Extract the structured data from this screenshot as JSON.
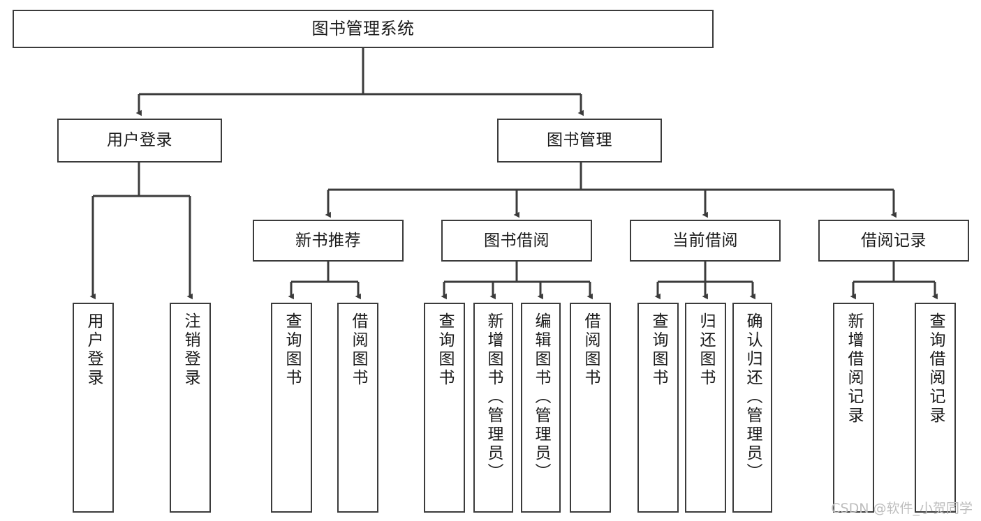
{
  "diagram": {
    "title": "图书管理系统",
    "type": "tree-hierarchy-diagram",
    "colors": {
      "stroke": "#3b3b3b",
      "fill": "#ffffff",
      "text": "#1a1a1a",
      "watermark": "#bdbdbd"
    },
    "watermark": "CSDN @软件_小贺同学",
    "nodes": {
      "root": {
        "label": "图书管理系统"
      },
      "level2": [
        {
          "label": "用户登录"
        },
        {
          "label": "图书管理"
        }
      ],
      "level3": [
        {
          "label": "新书推荐"
        },
        {
          "label": "图书借阅"
        },
        {
          "label": "当前借阅"
        },
        {
          "label": "借阅记录"
        }
      ],
      "leaves": {
        "user_login": [
          {
            "label": "用户登录"
          },
          {
            "label": "注销登录"
          }
        ],
        "new_book_recommend": [
          {
            "label": "查询图书"
          },
          {
            "label": "借阅图书"
          }
        ],
        "book_borrow": [
          {
            "label": "查询图书"
          },
          {
            "label": "新增图书（管理员）"
          },
          {
            "label": "编辑图书（管理员）"
          },
          {
            "label": "借阅图书"
          }
        ],
        "current_borrow": [
          {
            "label": "查询图书"
          },
          {
            "label": "归还图书"
          },
          {
            "label": "确认归还（管理员）"
          }
        ],
        "borrow_record": [
          {
            "label": "新增借阅记录"
          },
          {
            "label": "查询借阅记录"
          }
        ]
      }
    }
  }
}
